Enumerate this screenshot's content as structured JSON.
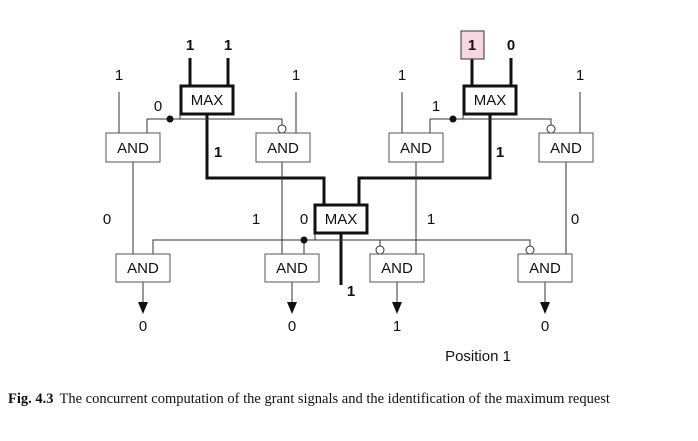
{
  "diagram": {
    "gates": {
      "max_top_left": "MAX",
      "max_top_right": "MAX",
      "max_center": "MAX",
      "and_mid_1": "AND",
      "and_mid_2": "AND",
      "and_mid_3": "AND",
      "and_mid_4": "AND",
      "and_bot_1": "AND",
      "and_bot_2": "AND",
      "and_bot_3": "AND",
      "and_bot_4": "AND"
    },
    "inputs": {
      "max_left_a": "1",
      "max_left_b": "1",
      "max_right_a": "1",
      "max_right_b": "0",
      "req_1": "1",
      "req_2": "1",
      "req_3": "1",
      "req_4": "1"
    },
    "signals": {
      "grant_top_left": "0",
      "grant_top_right": "1",
      "max_out_left": "1",
      "max_out_right": "1",
      "grant_center": "0",
      "max_out_center": "1",
      "mid_out_1": "0",
      "mid_out_2": "1",
      "mid_out_3": "1",
      "mid_out_4": "0"
    },
    "outputs": {
      "out_1": "0",
      "out_2": "0",
      "out_3": "1",
      "out_4": "0"
    },
    "position_label": "Position 1",
    "highlight_color": "#f7d7df"
  },
  "caption": {
    "label": "Fig. 4.3",
    "text": "The concurrent computation of the grant signals and the identification of the maximum request"
  }
}
